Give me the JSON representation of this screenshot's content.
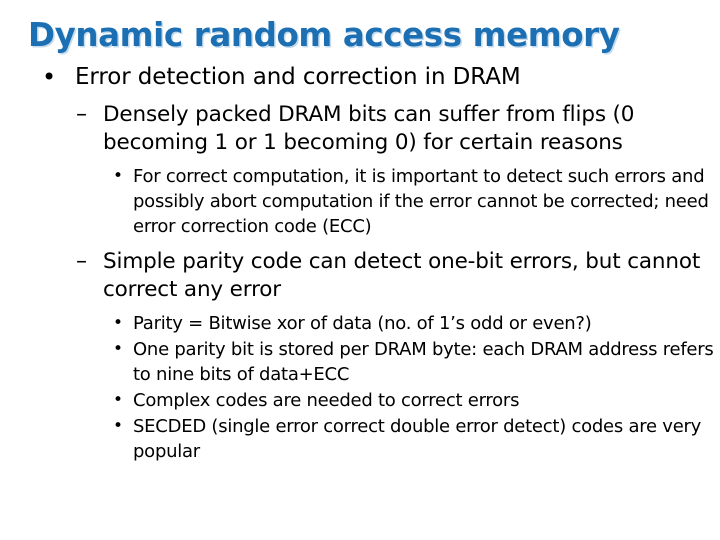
{
  "slide": {
    "background_color": "#FFFFFF",
    "title": {
      "text": "Dynamic random access memory",
      "color": "#1C6FB3",
      "shadow_color": "#96BEDC"
    },
    "body_text_color": "#000000",
    "markers": {
      "level1": "•",
      "level2": "–",
      "level3": "•"
    },
    "bullets": [
      {
        "level": 1,
        "marker": "•",
        "text": "Error detection and correction in DRAM"
      },
      {
        "level": 2,
        "marker": "–",
        "text": "Densely packed DRAM bits can suffer from flips (0 becoming 1 or 1 becoming 0) for certain reasons"
      },
      {
        "level": 3,
        "marker": "•",
        "text": "For correct computation, it is important to detect such errors and possibly abort computation if the error cannot be corrected; need error correction code (ECC)"
      },
      {
        "level": 2,
        "marker": "–",
        "text": "Simple parity code can detect one-bit errors, but cannot correct any error"
      },
      {
        "level": 3,
        "marker": "•",
        "text": "Parity = Bitwise xor of data (no. of 1’s odd or even?)"
      },
      {
        "level": 3,
        "marker": "•",
        "text": "One parity bit is stored per DRAM byte: each DRAM address refers to nine bits of data+ECC"
      },
      {
        "level": 3,
        "marker": "•",
        "text": "Complex codes are needed to correct errors"
      },
      {
        "level": 3,
        "marker": "•",
        "text": "SECDED (single error correct double error detect) codes are very popular"
      }
    ]
  }
}
